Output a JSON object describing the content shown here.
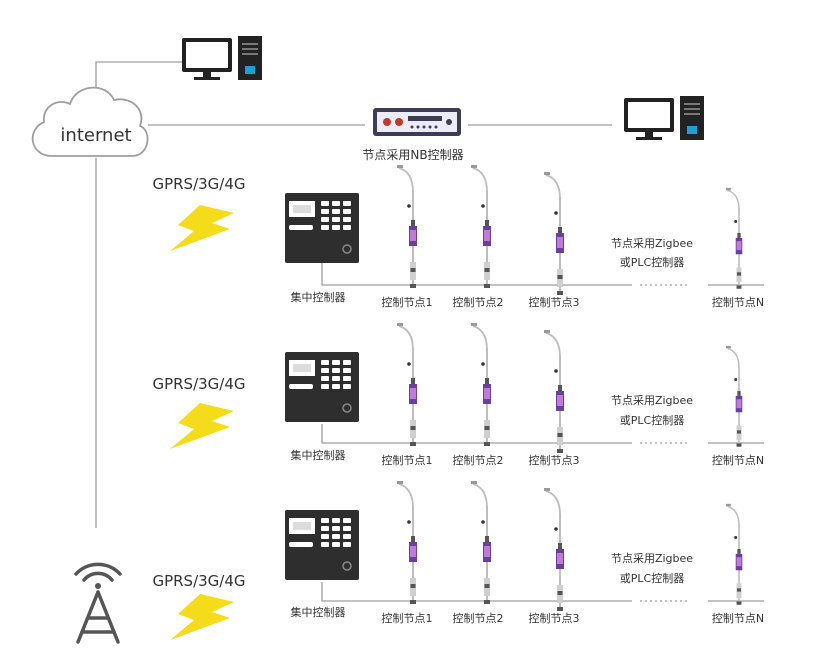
{
  "internet_label": "internet",
  "nb_controller_label": "节点采用NB控制器",
  "colors": {
    "line": "#9e9e9e",
    "bolt": "#f5dc1a",
    "dark": "#2b2b2b",
    "text": "#333333",
    "pole": "#bdbdbd",
    "device": "#3a3a4a"
  },
  "rows": [
    {
      "network_label": "GPRS/3G/4G",
      "concentrator_label": "集中控制器",
      "protocol_line1": "节点采用Zigbee",
      "protocol_line2": "或PLC控制器",
      "nodes": [
        "控制节点1",
        "控制节点2",
        "控制节点3",
        "控制节点N"
      ]
    },
    {
      "network_label": "GPRS/3G/4G",
      "concentrator_label": "集中控制器",
      "protocol_line1": "节点采用Zigbee",
      "protocol_line2": "或PLC控制器",
      "nodes": [
        "控制节点1",
        "控制节点2",
        "控制节点3",
        "控制节点N"
      ]
    },
    {
      "network_label": "GPRS/3G/4G",
      "concentrator_label": "集中控制器",
      "protocol_line1": "节点采用Zigbee",
      "protocol_line2": "或PLC控制器",
      "nodes": [
        "控制节点1",
        "控制节点2",
        "控制节点3",
        "控制节点N"
      ]
    }
  ],
  "icons": [
    "computer-icon",
    "cloud-icon",
    "nb-controller-icon",
    "cell-tower-icon",
    "lightning-icon",
    "concentrator-icon",
    "streetlight-icon"
  ]
}
